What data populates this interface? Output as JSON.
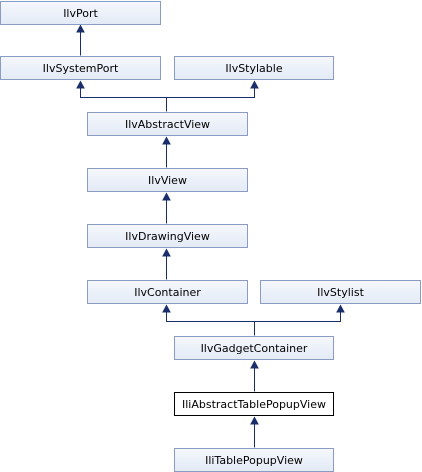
{
  "diagram": {
    "nodes": {
      "ilvport": "IlvPort",
      "ilvsystemport": "IlvSystemPort",
      "ilvstylable": "IlvStylable",
      "ilvabstractview": "IlvAbstractView",
      "ilvview": "IlvView",
      "ilvdrawingview": "IlvDrawingView",
      "ilvcontainer": "IlvContainer",
      "ilvstylist": "IlvStylist",
      "ilvgadgetcontainer": "IlvGadgetContainer",
      "iliabstracttablepopupview": "IliAbstractTablePopupView",
      "ilitablepopupview": "IliTablePopupView"
    },
    "colors": {
      "node_fill_top": "#f4f7fc",
      "node_fill_bottom": "#e4ebf6",
      "node_border": "#8b9cc4",
      "current_border": "#000000",
      "edge": "#1a2e6b"
    }
  }
}
